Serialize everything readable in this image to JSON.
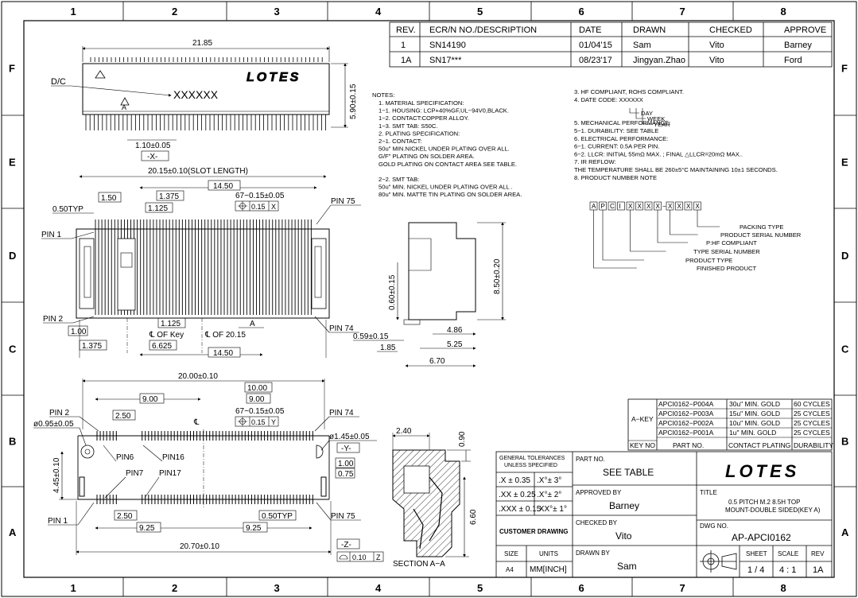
{
  "grid": {
    "columns": [
      "1",
      "2",
      "3",
      "4",
      "5",
      "6",
      "7",
      "8"
    ],
    "rows": [
      "F",
      "E",
      "D",
      "C",
      "B",
      "A"
    ]
  },
  "revision_table": {
    "headers": [
      "REV.",
      "ECR/N NO./DESCRIPTION",
      "DATE",
      "DRAWN",
      "CHECKED",
      "APPROVE"
    ],
    "rows": [
      [
        "1",
        "SN14190",
        "01/04'15",
        "Sam",
        "Vito",
        "Barney"
      ],
      [
        "1A",
        "SN17***",
        "08/23'17",
        "Jingyan.Zhao",
        "Vito",
        "Ford"
      ]
    ]
  },
  "top_view": {
    "width_dim": "21.85",
    "dc_label": "D/C",
    "date_code": "XXXXXX",
    "brand": "LOTES",
    "height_dim": "5.90±0.15",
    "offset_dim": "1.10±0.05",
    "datum_x": "-X-"
  },
  "front_view": {
    "slot_length": "20.15±0.10(SLOT LENGTH)",
    "d_1450_top": "14.50",
    "d_150": "1.50",
    "d_1375_top": "1.375",
    "d_1125_top": "1.125",
    "pitch_dim": "67−0.15±0.05",
    "pos_tol": "0.15",
    "pos_datum": "X",
    "pitch_050": "0.50TYP",
    "pin1": "PIN 1",
    "pin2": "PIN 2",
    "pin74": "PIN 74",
    "pin75": "PIN 75",
    "d_100": "1.00",
    "d_1125_bot": "1.125",
    "key_label": "℄ OF Key",
    "center_label": "℄ OF 20.15",
    "d_1375_bot": "1.375",
    "d_6625": "6.625",
    "d_1450_bot": "14.50",
    "datum_a": "A"
  },
  "side_view": {
    "d_060": "0.60±0.15",
    "d_850": "8.50±0.20",
    "d_059": "0.59±0.15",
    "d_486": "4.86",
    "d_525": "5.25",
    "d_185": "1.85",
    "d_670": "6.70"
  },
  "notes": {
    "heading": "NOTES:",
    "left": [
      "1. MATERIAL SPECIFICATION:",
      "    1−1. HOUSING: LCP+40%GF,UL−94V0,BLACK.",
      "    1−2. CONTACT:COPPER ALLOY.",
      "    1−3. SMT TAB: S50C.",
      "2. PLATING SPECIFICATION:",
      "    2−1. CONTACT:",
      "  50u\" MIN.NICKEL UNDER PLATING OVER ALL.",
      "  G/F\" PLATING ON SOLDER AREA.",
      "  GOLD PLATING ON CONTACT AREA SEE TABLE.",
      "",
      "    2−2. SMT TAB:",
      "  50u\" MIN. NICKEL UNDER PLATING OVER ALL .",
      "  80u\" MIN. MATTE TIN PLATING ON SOLDER AREA."
    ],
    "right": [
      "3. HF COMPLIANT, ROHS COMPLIANT.",
      "4. DATE CODE: XXXXXX",
      "",
      "",
      "5. MECHANICAL PERFORMANCE:",
      "    5−1. DURABILITY: SEE TABLE",
      "6. ELECTRICAL PERFORMANCE:",
      "    6−1. CURRENT: 0.5A PER PIN.",
      "    6−2. LLCR: INITIAL 55mΩ MAX. ; FINAL △LLCR=20mΩ MAX..",
      "7. IR REFLOW:",
      "   THE TEMPERATURE SHALL BE 260±5°C MAINTAINING 10±1 SECONDS.",
      "8. PRODUCT NUMBER NOTE"
    ],
    "date_code_parts": [
      "DAY",
      "WEEK",
      "YEAR"
    ],
    "part_boxes": [
      "A",
      "P",
      "C",
      "I",
      "X",
      "X",
      "X",
      "X",
      "X",
      "X",
      "X",
      "X"
    ],
    "part_legend": [
      "PACKING TYPE",
      "PRODUCT SERIAL NUMBER",
      "P:HF COMPLIANT",
      "TYPE SERIAL NUMBER",
      "PRODUCT TYPE",
      "FINISHED PRODUCT"
    ]
  },
  "key_table": {
    "side_label": "A−KEY",
    "rows": [
      [
        "APCI0162−P004A",
        "30u\" MIN. GOLD",
        "60 CYCLES"
      ],
      [
        "APCI0162−P003A",
        "15u\" MIN. GOLD",
        "25 CYCLES"
      ],
      [
        "APCI0162−P002A",
        "10u\" MIN. GOLD",
        "25 CYCLES"
      ],
      [
        "APCI0162−P001A",
        "1u\" MIN. GOLD",
        "25 CYCLES"
      ]
    ],
    "footer": [
      "KEY NO",
      "PART NO.",
      "CONTACT PLATING",
      "DURABILITY"
    ]
  },
  "bottom_view": {
    "d_2000": "20.00±0.10",
    "d_1000": "10.00",
    "d_900_left": "9.00",
    "d_900_right": "9.00",
    "d_250_top": "2.50",
    "pitch_dim": "67−0.15±0.05",
    "pos_tol": "0.15",
    "pos_datum": "Y",
    "pin2": "PIN 2",
    "pin74": "PIN 74",
    "hole_dim": "ø0.95±0.05",
    "hole2_dim": "ø1.45±0.05",
    "datum_y": "-Y-",
    "pin6": "PIN6",
    "pin16": "PIN16",
    "d_100": "1.00",
    "d_075": "0.75",
    "d_445": "4.45±0.10",
    "pin7": "PIN7",
    "pin17": "PIN17",
    "d_250_bot": "2.50",
    "d_050": "0.50TYP",
    "pin1": "PIN 1",
    "pin75": "PIN 75",
    "d_925_left": "9.25",
    "d_925_right": "9.25",
    "d_2070": "20.70±0.10",
    "datum_z": "-Z-",
    "flat_tol": "0.10",
    "flat_datum": "Z"
  },
  "section": {
    "d_240": "2.40",
    "d_090": "0.90",
    "d_660": "6.60",
    "label": "SECTION A−A"
  },
  "title_block": {
    "tol_header": "GENERAL TOLERANCES UNLESS SPECIFIED",
    "tol_rows": [
      [
        ".X ± 0.35",
        ".X°± 3°"
      ],
      [
        ".XX ± 0.25",
        ".X°± 2°"
      ],
      [
        ".XXX ± 0.15",
        ".XX°± 1°"
      ]
    ],
    "customer_drawing": "CUSTOMER DRAWING",
    "size_label": "SIZE",
    "size_value": "A4",
    "units_label": "UNITS",
    "units_value": "MM[INCH]",
    "part_no_label": "PART NO.",
    "part_no_value": "SEE TABLE",
    "approved_label": "APPROVED BY",
    "approved_value": "Barney",
    "checked_label": "CHECKED BY",
    "checked_value": "Vito",
    "drawn_label": "DRAWN BY",
    "drawn_value": "Sam",
    "brand": "LOTES",
    "title_label": "TITLE",
    "title_line1": "0.5 PITCH M.2 8.5H TOP",
    "title_line2": "MOUNT-DOUBLE SIDED(KEY A)",
    "dwg_label": "DWG NO.",
    "dwg_value": "AP-APCI0162",
    "sheet_label": "SHEET",
    "sheet_value": "1 / 4",
    "scale_label": "SCALE",
    "scale_value": "4 : 1",
    "rev_label": "REV",
    "rev_value": "1A"
  }
}
